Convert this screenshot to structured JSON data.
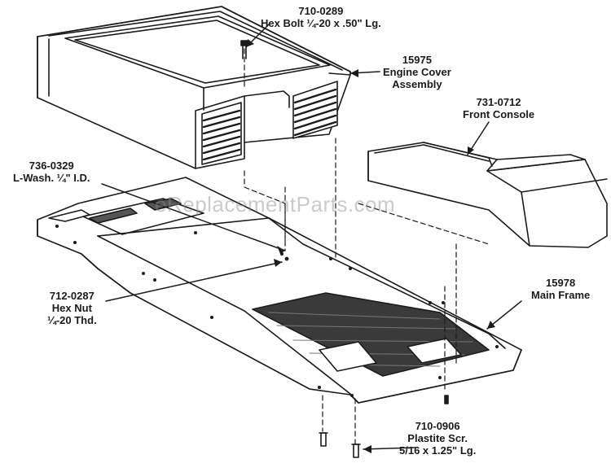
{
  "watermark": "eReplacementParts.com",
  "colors": {
    "ink": "#1b1b1b",
    "paper": "#ffffff",
    "shade": "#3a3a3a",
    "watermark": "#8c8c8c"
  },
  "parts": {
    "hex_bolt": {
      "number": "710-0289",
      "desc": "Hex Bolt ¼-20 x .50\" Lg."
    },
    "engine_cover": {
      "number": "15975",
      "line1": "Engine Cover",
      "line2": "Assembly"
    },
    "front_console": {
      "number": "731-0712",
      "desc": "Front Console"
    },
    "lock_washer": {
      "number": "736-0329",
      "desc": "L-Wash. ¼\" I.D."
    },
    "hex_nut": {
      "number": "712-0287",
      "line1": "Hex Nut",
      "line2": "¼-20 Thd."
    },
    "main_frame": {
      "number": "15978",
      "desc": "Main Frame"
    },
    "plastite_screw": {
      "number": "710-0906",
      "line1": "Plastite Scr.",
      "line2": "5/16 x 1.25\" Lg."
    }
  }
}
